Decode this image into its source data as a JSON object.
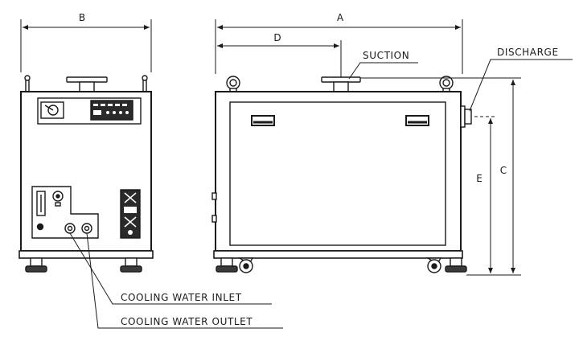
{
  "dimensions": {
    "a": "A",
    "b": "B",
    "c": "C",
    "d": "D",
    "e": "E"
  },
  "callouts": {
    "suction": "SUCTION",
    "discharge": "DISCHARGE",
    "cooling_water_inlet": "COOLING WATER INLET",
    "cooling_water_outlet": "COOLING WATER OUTLET"
  },
  "colors": {
    "line": "#1a1a1a",
    "panel_dark": "#2a2a2a",
    "background": "#ffffff"
  }
}
